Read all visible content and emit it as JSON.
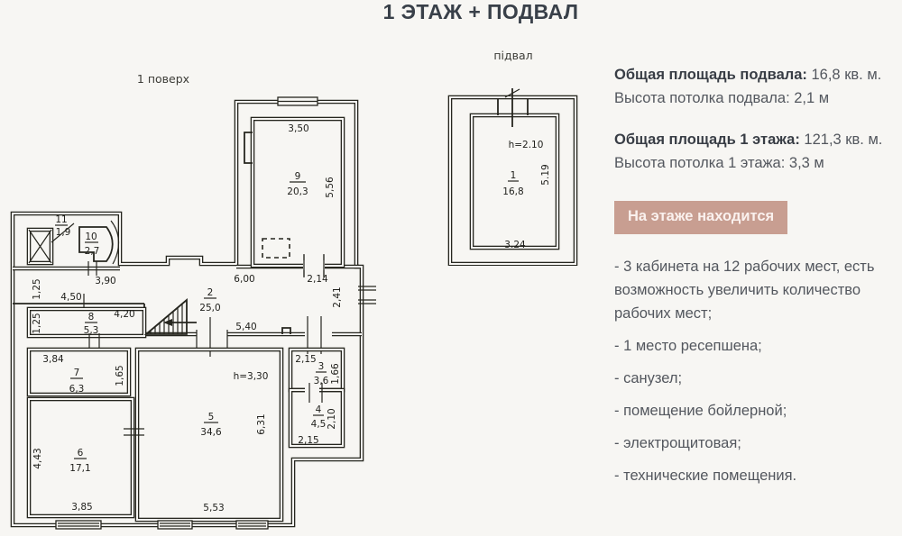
{
  "page": {
    "title": "1 ЭТАЖ + ПОДВАЛ"
  },
  "main_plan": {
    "label": "1 поверх",
    "rooms": {
      "r2": {
        "num": "2",
        "area": "25,0"
      },
      "r3": {
        "num": "3",
        "area": "3,6"
      },
      "r4": {
        "num": "4",
        "area": "4,5"
      },
      "r5": {
        "num": "5",
        "area": "34,6",
        "height": "h=3,30"
      },
      "r6": {
        "num": "6",
        "area": "17,1"
      },
      "r7": {
        "num": "7",
        "area": "6,3"
      },
      "r8": {
        "num": "8",
        "area": "5,3"
      },
      "r9": {
        "num": "9",
        "area": "20,3"
      },
      "r10": {
        "num": "10",
        "area": "2,7"
      },
      "r11": {
        "num": "11",
        "area": "1,9"
      }
    },
    "dims": {
      "d350": "3,50",
      "d556": "5,56",
      "d390": "3,90",
      "d600": "6,00",
      "d214": "2,14",
      "d241": "2,41",
      "d125a": "1,25",
      "d450": "4,50",
      "d125b": "1,25",
      "d420": "4,20",
      "d540": "5,40",
      "d384": "3,84",
      "d165": "1,65",
      "d443": "4,43",
      "d385": "3,85",
      "d631": "6,31",
      "d553": "5,53",
      "d215a": "2,15",
      "d166": "1,66",
      "d210": "2,10",
      "d215b": "2,15"
    }
  },
  "basement_plan": {
    "label": "підвал",
    "height": "h=2.10",
    "num": "1",
    "area": "16,8",
    "dim_right": "5.19",
    "dim_bottom": "3.24"
  },
  "info": {
    "basement_area_label": "Общая площадь подвала:",
    "basement_area_value": " 16,8 кв. м.",
    "basement_height_line": "Высота потолка подвала: 2,1 м",
    "floor_area_label": "Общая площадь 1 этажа:",
    "floor_area_value": " 121,3 кв. м.",
    "floor_height_line": "Высота потолка 1 этажа: 3,3 м",
    "badge": "На этаже находится",
    "features": [
      "- 3 кабинета на 12 рабочих мест, есть возможность увеличить количество рабочих мест;",
      "- 1 место ресепшена;",
      "- санузел;",
      "- помещение бойлерной;",
      "- электрощитовая;",
      "- технические помещения."
    ]
  },
  "colors": {
    "badge_bg": "#c89e91",
    "title": "#394049",
    "text": "#53575e"
  }
}
